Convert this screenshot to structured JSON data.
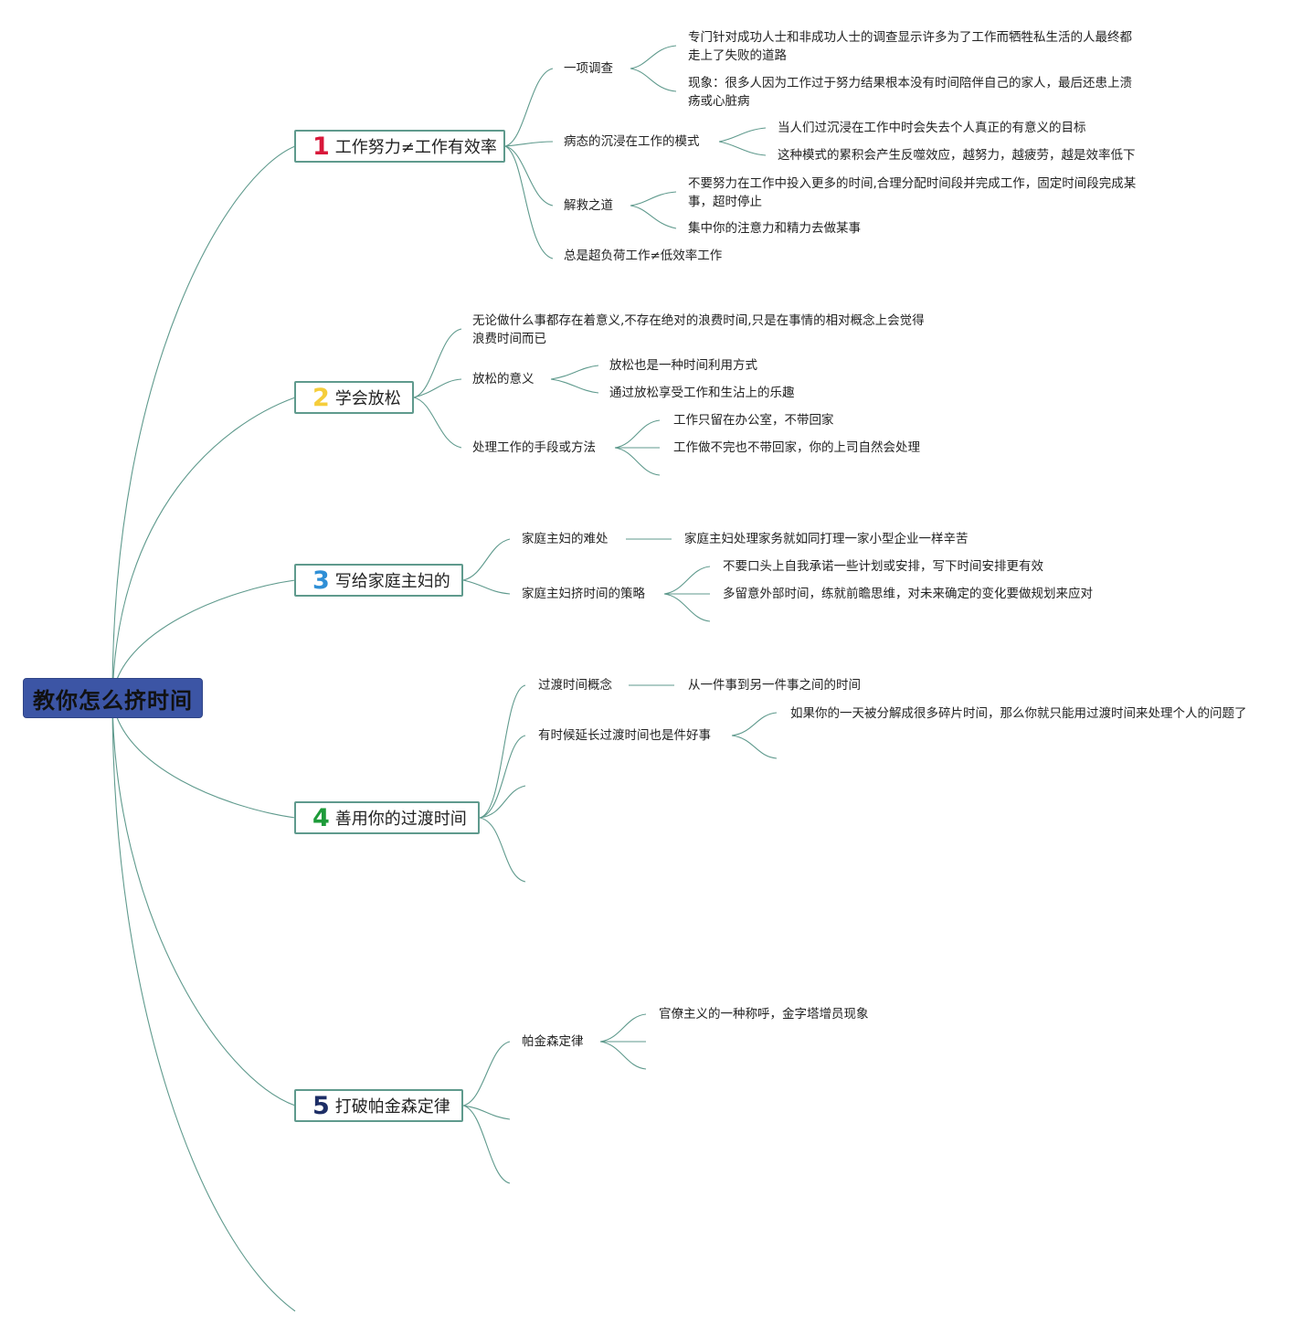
{
  "root": {
    "label": "教你怎么挤时间"
  },
  "colors": {
    "line": "#5f9a8d",
    "root_fill": "#3c55a5",
    "n1": "#d8183a",
    "n2": "#f5cd3b",
    "n3": "#2f8fd6",
    "n4": "#1e9b3a",
    "n5": "#1d2e66"
  },
  "branches": [
    {
      "number": "1",
      "label": "工作努力≠工作有效率",
      "children": [
        {
          "label": "一项调查",
          "children": [
            "专门针对成功人士和非成功人士的调查显示许多为了工作而牺牲私生活的人最终都走上了失败的道路",
            "现象：很多人因为工作过于努力结果根本没有时间陪伴自己的家人，最后还患上溃疡或心脏病"
          ]
        },
        {
          "label": "病态的沉浸在工作的模式",
          "children": [
            "当人们过沉浸在工作中时会失去个人真正的有意义的目标",
            "这种模式的累积会产生反噬效应，越努力，越疲劳，越是效率低下"
          ]
        },
        {
          "label": "解救之道",
          "children": [
            "不要努力在工作中投入更多的时间,合理分配时间段并完成工作，固定时间段完成某事，超时停止",
            "集中你的注意力和精力去做某事"
          ]
        },
        {
          "label": "总是超负荷工作≠低效率工作"
        }
      ]
    },
    {
      "number": "2",
      "label": "学会放松",
      "children": [
        {
          "label": "无论做什么事都存在着意义,不存在绝对的浪费时间,只是在事情的相对概念上会觉得浪费时间而已"
        },
        {
          "label": "放松的意义",
          "children": [
            "放松也是一种时间利用方式",
            "通过放松享受工作和生沾上的乐趣"
          ]
        },
        {
          "label": "处理工作的手段或方法",
          "children": [
            "工作只留在办公室，不带回家",
            "工作做不完也不带回家，你的上司自然会处理"
          ]
        }
      ]
    },
    {
      "number": "3",
      "label": "写给家庭主妇的",
      "children": [
        {
          "label": "家庭主妇的难处",
          "children": [
            "家庭主妇处理家务就如同打理一家小型企业一样辛苦"
          ]
        },
        {
          "label": "家庭主妇挤时间的策略",
          "children": [
            "不要口头上自我承诺一些计划或安排，写下时间安排更有效",
            "多留意外部时间，练就前瞻思维，对未来确定的变化要做规划来应对"
          ]
        }
      ]
    },
    {
      "number": "4",
      "label": "善用你的过渡时间",
      "children": [
        {
          "label": "过渡时间概念",
          "children": [
            "从一件事到另一件事之间的时间"
          ]
        },
        {
          "label": "有时候延长过渡时间也是件好事",
          "children": [
            "如果你的一天被分解成很多碎片时间，那么你就只能用过渡时间来处理个人的问题了"
          ]
        }
      ]
    },
    {
      "number": "5",
      "label": "打破帕金森定律",
      "children": [
        {
          "label": "帕金森定律",
          "children": [
            "官僚主义的一种称呼，金字塔增员现象"
          ]
        }
      ]
    }
  ]
}
